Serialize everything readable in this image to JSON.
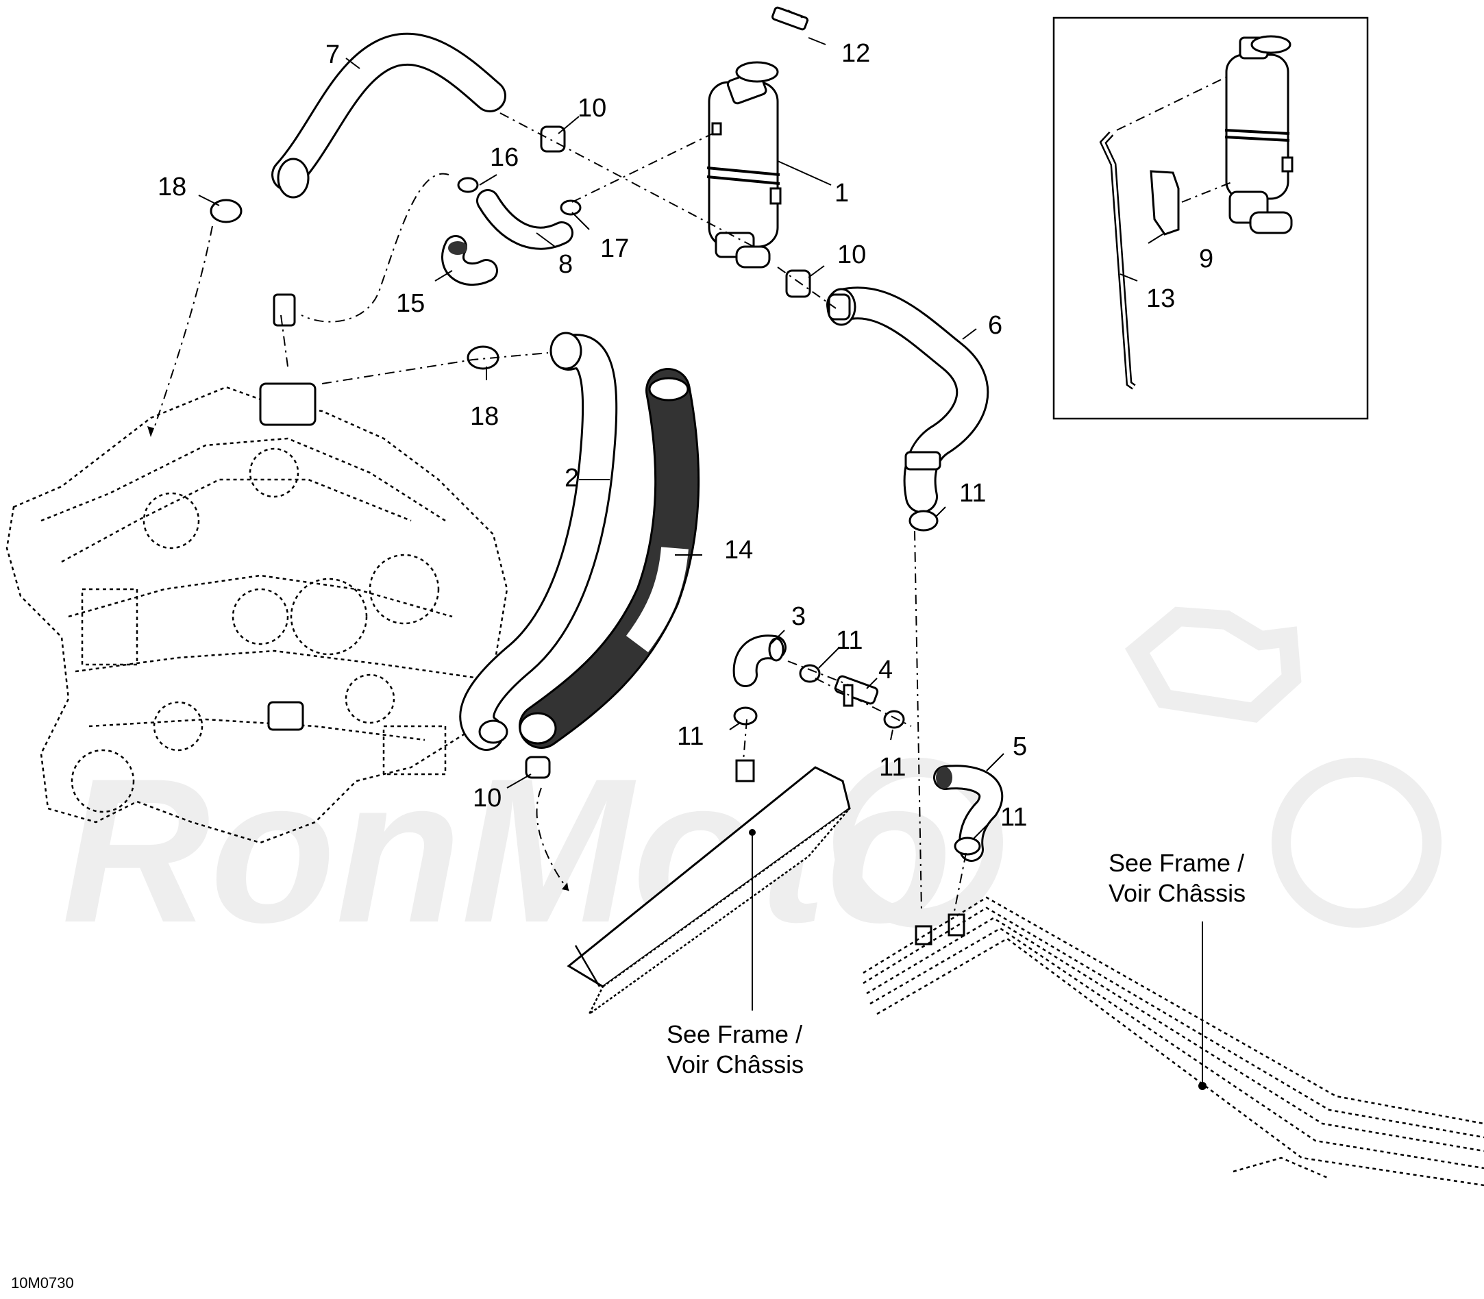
{
  "watermark": "RonMoto",
  "diagram_code": "10M0730",
  "callouts": [
    "1",
    "2",
    "3",
    "4",
    "5",
    "6",
    "7",
    "8",
    "9",
    "10",
    "11",
    "12",
    "13",
    "14",
    "15",
    "16",
    "17",
    "18"
  ],
  "see_frame": {
    "line1": "See Frame /",
    "line2": "Voir Châssis"
  }
}
